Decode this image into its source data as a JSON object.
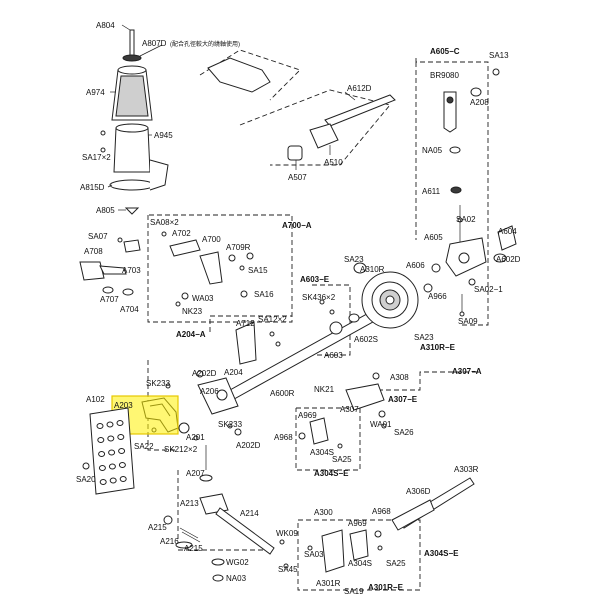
{
  "labels": {
    "A804": "A804",
    "A807D": "A807D",
    "note": "(配合孔徑較大的繞軸使用)",
    "A974": "A974",
    "A945": "A945",
    "SA17x2": "SA17×2",
    "A815D": "A815D",
    "A805": "A805",
    "A612D": "A612D",
    "A507": "A507",
    "A510": "A510",
    "A605C": "A605−C",
    "SA13": "SA13",
    "BR9080": "BR9080",
    "A208": "A208",
    "NA05": "NA05",
    "A611": "A611",
    "SA02": "SA02",
    "A605": "A605",
    "A604": "A604",
    "A602D": "A602D",
    "A606": "A606",
    "A966": "A966",
    "SA02_1": "SA02−1",
    "SA09": "SA09",
    "A700A": "A700−A",
    "SA08x2": "SA08×2",
    "A702": "A702",
    "A700": "A700",
    "A709R": "A709R",
    "SA15": "SA15",
    "SA07": "SA07",
    "A708": "A708",
    "A703": "A703",
    "A707": "A707",
    "A704": "A704",
    "WA03": "WA03",
    "SA16": "SA16",
    "NK23": "NK23",
    "A603E": "A603−E",
    "SK436x2": "SK436×2",
    "SA23_top": "SA23",
    "A310R": "A310R",
    "SA23_bot": "SA23",
    "A603": "A603",
    "A602S": "A602S",
    "A310RE": "A310R−E",
    "A204A": "A204−A",
    "A712": "A712",
    "SA12x2": "SA12×2",
    "A204": "A204",
    "A202D_top": "A202D",
    "SK233_top": "SK233",
    "A206": "A206",
    "A600R": "A600R",
    "A308": "A308",
    "A307A": "A307−A",
    "NK21": "NK21",
    "A307": "A307",
    "A307E": "A307−E",
    "A102": "A102",
    "A203": "A203",
    "SA22": "SA22",
    "SK212x2": "SK212×2",
    "A201": "A201",
    "SK233_bot": "SK233",
    "A202D_bot": "A202D",
    "A969_top": "A969",
    "A968_top": "A968",
    "WA01": "WA01",
    "SA26": "SA26",
    "A304S": "A304S",
    "SA25_top": "SA25",
    "A304SE_top": "A304S−E",
    "SA20": "SA20",
    "A207": "A207",
    "A213": "A213",
    "A214": "A214",
    "A215_top": "A215",
    "A216": "A216",
    "A215_bot": "A215",
    "WK09": "WK09",
    "WG02": "WG02",
    "NA03": "NA03",
    "SA45": "SA45",
    "A303R": "A303R",
    "A306D": "A306D",
    "A300": "A300",
    "A969_bot": "A969",
    "A968_bot": "A968",
    "SA03": "SA03",
    "A304S_bot": "A304S",
    "SA25_bot": "SA25",
    "A304SE_bot": "A304S−E",
    "A301R": "A301R",
    "SA19": "SA19",
    "A301RE": "A301R−E"
  },
  "highlighted_part": "A203",
  "colors": {
    "highlight": "#fff100",
    "line": "#222222"
  }
}
